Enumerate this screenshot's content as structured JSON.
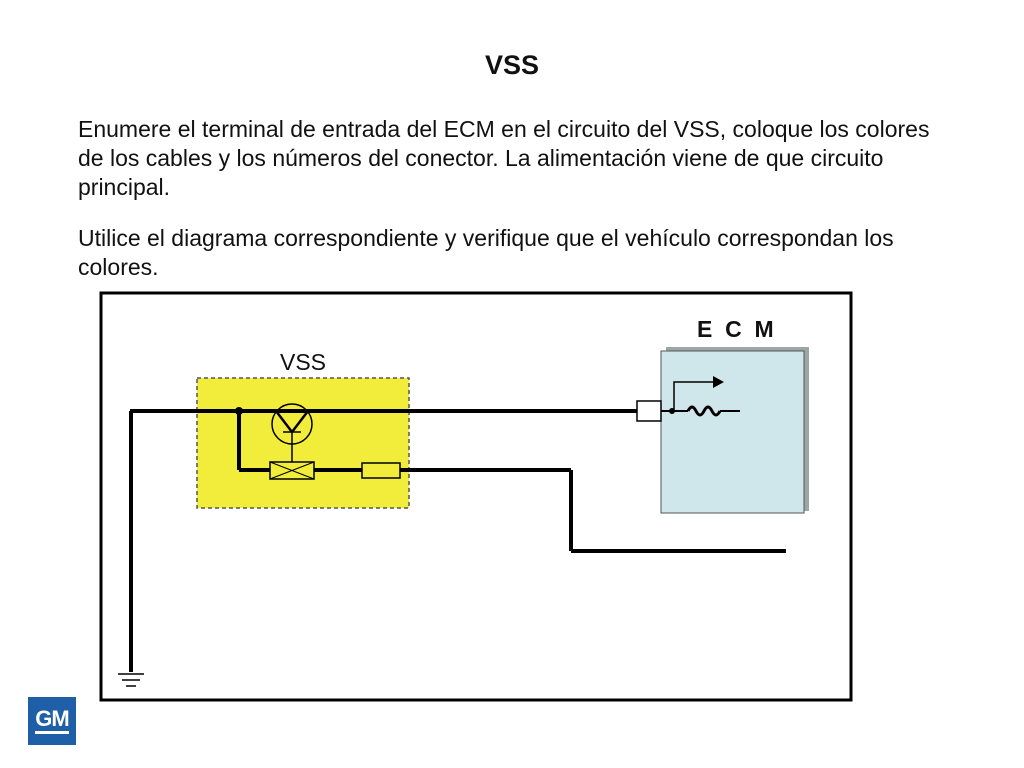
{
  "slide": {
    "title": "VSS",
    "paragraph_1": "Enumere el terminal de entrada del ECM en el circuito del VSS, coloque los colores de los cables y los números del conector. La alimentación viene de que circuito principal.",
    "paragraph_2": "Utilice el diagrama correspondiente y verifique que el vehículo correspondan los colores."
  },
  "diagram": {
    "vss_label": "VSS",
    "ecm_label": "E  C  M",
    "colors": {
      "vss_fill": "#f2ec3a",
      "ecm_fill": "#cfe7ea",
      "wire": "#000000"
    }
  },
  "logo": {
    "text": "GM",
    "color": "#1f5fa8"
  }
}
